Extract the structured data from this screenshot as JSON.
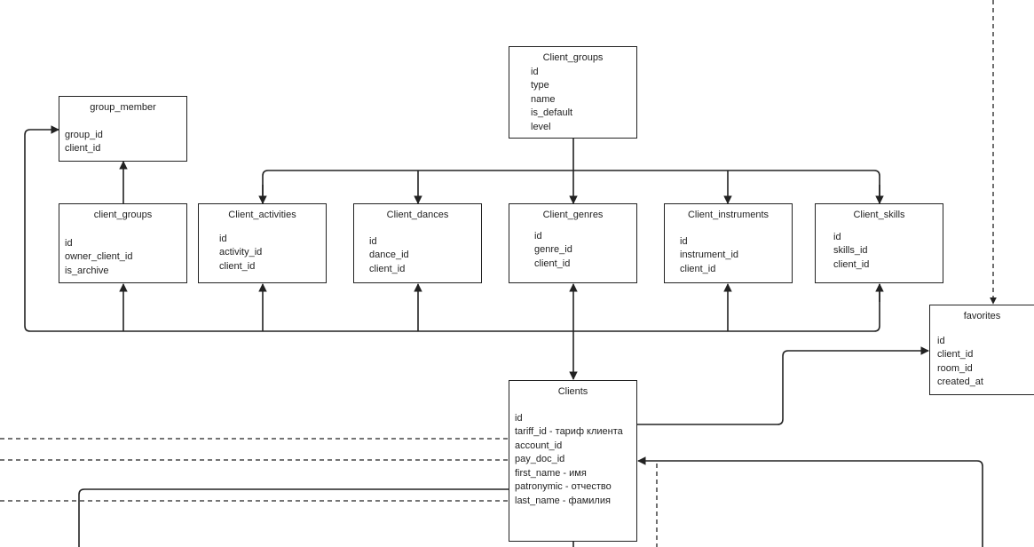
{
  "diagram": {
    "entities": {
      "client_groups_top": {
        "title": "Client_groups",
        "fields": [
          "id",
          "type",
          "name",
          "is_default",
          "level"
        ]
      },
      "group_member": {
        "title": "group_member",
        "fields": [
          "group_id",
          "client_id"
        ]
      },
      "client_groups": {
        "title": "client_groups",
        "fields": [
          "id",
          "owner_client_id",
          "is_archive"
        ]
      },
      "client_activities": {
        "title": "Client_activities",
        "fields": [
          "id",
          "activity_id",
          "client_id"
        ]
      },
      "client_dances": {
        "title": "Client_dances",
        "fields": [
          "id",
          "dance_id",
          "client_id"
        ]
      },
      "client_genres": {
        "title": "Client_genres",
        "fields": [
          "id",
          "genre_id",
          "client_id"
        ]
      },
      "client_instruments": {
        "title": "Client_instruments",
        "fields": [
          "id",
          "instrument_id",
          "client_id"
        ]
      },
      "client_skills": {
        "title": "Client_skills",
        "fields": [
          "id",
          "skills_id",
          "client_id"
        ]
      },
      "favorites": {
        "title": "favorites",
        "fields": [
          "id",
          "client_id",
          "room_id",
          "created_at"
        ]
      },
      "clients": {
        "title": "Clients",
        "fields": [
          "id",
          "tariff_id - тариф клиента",
          "account_id",
          "pay_doc_id",
          "first_name - имя",
          "patronymic - отчество",
          "last_name - фамилия"
        ]
      }
    },
    "colors": {
      "line": "#222222",
      "background": "#ffffff"
    }
  }
}
